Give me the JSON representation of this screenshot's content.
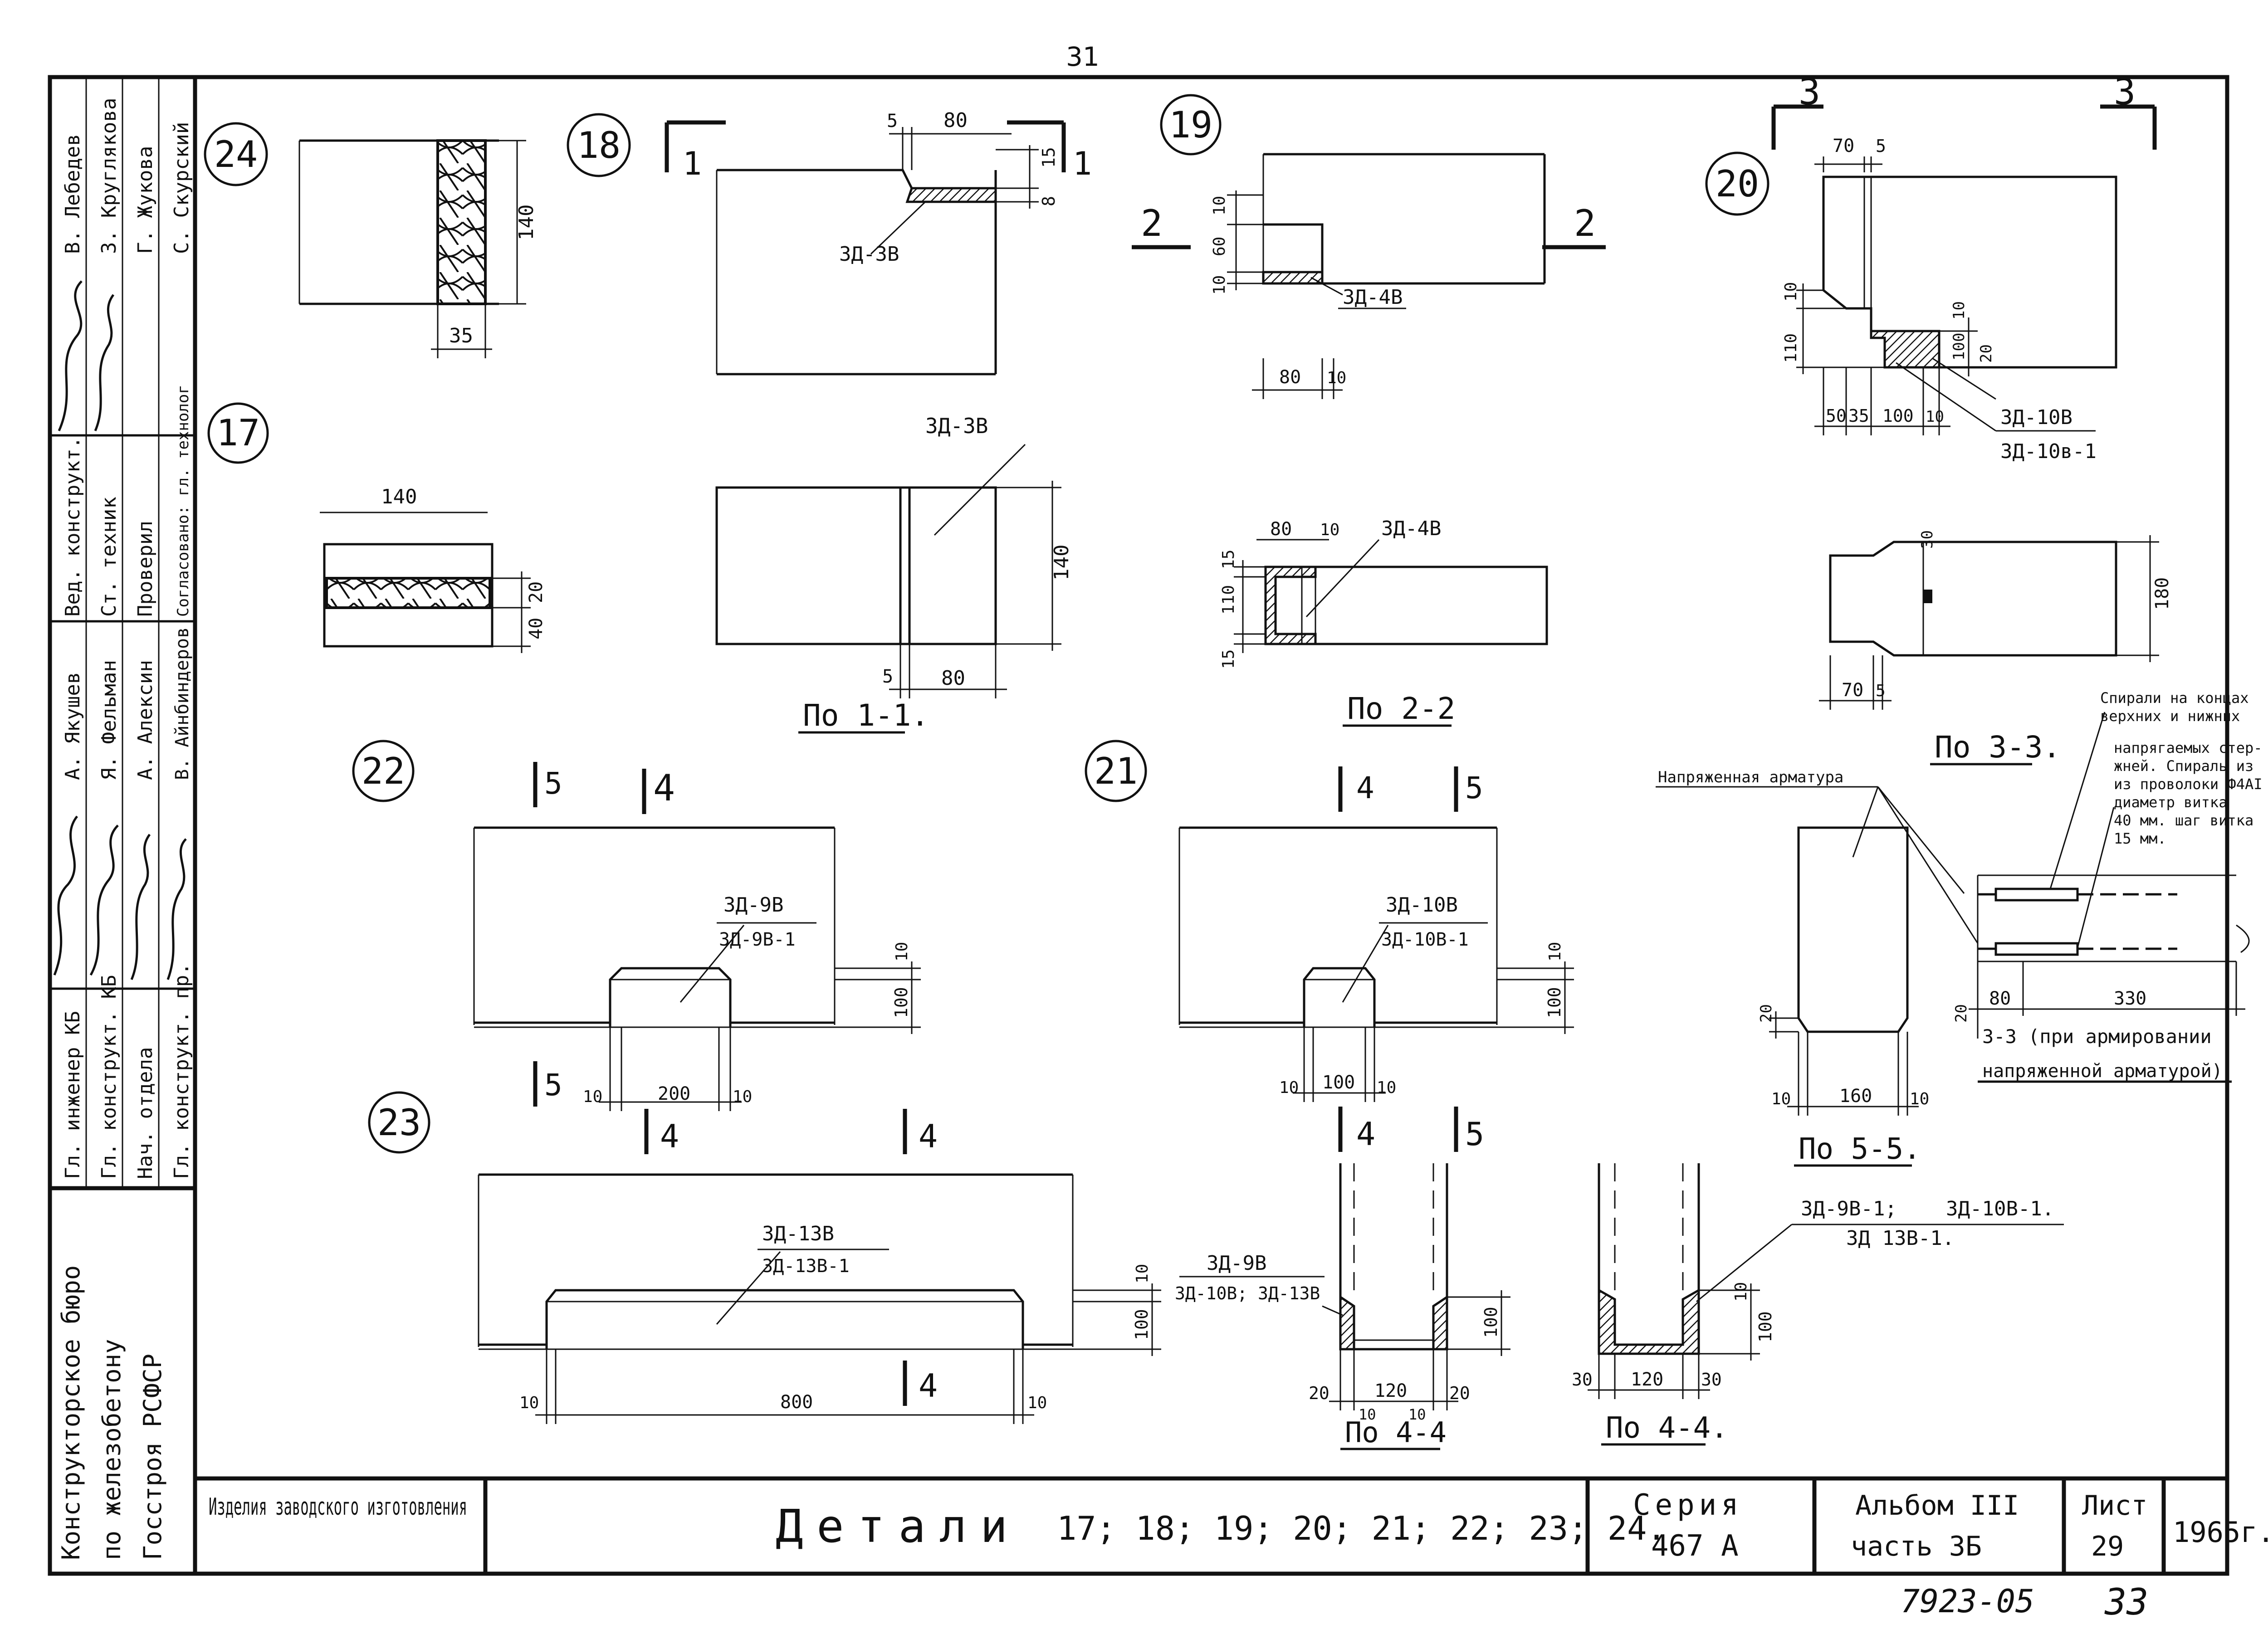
{
  "page_number": "31",
  "stamp": {
    "roles": [
      "Гл. инженер КБ",
      "Гл. конструкт. КБ",
      "Нач. отдела",
      "Гл. конструкт. пр.",
      "Вед. конструкт.",
      "Ст. техник",
      "Проверил",
      "Согласовано: гл. технолог"
    ],
    "names": [
      "А. Якушев",
      "Я. Фельман",
      "А. Алексин",
      "В. Айнбиндеров",
      "В. Лебедев",
      "З. Круглякова",
      "Г. Жукова",
      "С. Скурский"
    ],
    "organization_lines": [
      "Конструкторское бюро",
      "по железобетону",
      "Госстроя РСФСР"
    ]
  },
  "title_block": {
    "product": "Изделия заводского изготовления",
    "title": "Детали",
    "numbers": "17; 18; 19; 20; 21; 22; 23; 24.",
    "series_label": "Серия",
    "series_value": "467 А",
    "album_label": "Альбом III",
    "part": "часть 3Б",
    "sheet_label": "Лист",
    "sheet_value": "29",
    "year": "1965г."
  },
  "archive_number": "7923-05",
  "archive_page": "33",
  "details": {
    "d24": {
      "number": "24",
      "dims": [
        "140",
        "35"
      ]
    },
    "d17": {
      "number": "17",
      "dims": [
        "140",
        "20",
        "40"
      ]
    },
    "d18": {
      "number": "18",
      "section_mark": "1",
      "label": "ЗД-3В",
      "dims": [
        "5",
        "80",
        "15",
        "8",
        "140"
      ],
      "section_title": "По 1-1."
    },
    "d19": {
      "number": "19",
      "section_mark": "2",
      "label": "ЗД-4В",
      "dims": [
        "10",
        "60",
        "10",
        "80",
        "10",
        "15",
        "110",
        "15"
      ],
      "section_title": "По 2-2"
    },
    "d20": {
      "number": "20",
      "section_mark": "3",
      "label1": "ЗД-10В",
      "label2": "ЗД-10в-1",
      "dims": [
        "70",
        "5",
        "10",
        "110",
        "10",
        "100",
        "20",
        "50",
        "35",
        "100",
        "10",
        "30",
        "180",
        "70",
        "5"
      ],
      "section_title": "По 3-3."
    },
    "d22": {
      "number": "22",
      "marks": [
        "5",
        "4"
      ],
      "label1": "ЗД-9В",
      "label2": "ЗД-9В-1",
      "dims": [
        "10",
        "100",
        "10",
        "200",
        "10"
      ]
    },
    "d21": {
      "number": "21",
      "marks": [
        "4",
        "5"
      ],
      "label1": "ЗД-10В",
      "label2": "ЗД-10В-1",
      "dims": [
        "10",
        "100",
        "10",
        "100",
        "10"
      ]
    },
    "d23": {
      "number": "23",
      "marks": [
        "4",
        "4"
      ],
      "label1": "ЗД-13В",
      "label2": "ЗД-13В-1",
      "dims": [
        "10",
        "100",
        "10",
        "800",
        "10"
      ]
    },
    "sec44a": {
      "label1": "ЗД-9В",
      "label2": "ЗД-10В; ЗД-13В",
      "dims": [
        "20",
        "120",
        "20",
        "10",
        "10",
        "100"
      ],
      "title": "По 4-4"
    },
    "sec44b": {
      "label1": "ЗД-9В-1;",
      "label2": "ЗД-10В-1.",
      "label3": "ЗД 13В-1.",
      "dims": [
        "30",
        "120",
        "30",
        "10",
        "100"
      ],
      "title": "По 4-4."
    },
    "sec55": {
      "dims": [
        "20",
        "10",
        "160",
        "10"
      ],
      "title": "По 5-5.",
      "tension_label": "Напряженная арматура"
    },
    "rebar": {
      "note": [
        "Спирали на концах",
        "верхних и нижних",
        "напрягаемых стер-",
        "жней. Спираль из",
        "из проволоки Ф4АI",
        "диаметр витка",
        "40 мм. шаг витка",
        "15 мм."
      ],
      "dims": [
        "20",
        "80",
        "330"
      ],
      "caption1": "3-3 (при армировании",
      "caption2": "напряженной арматурой)"
    }
  }
}
